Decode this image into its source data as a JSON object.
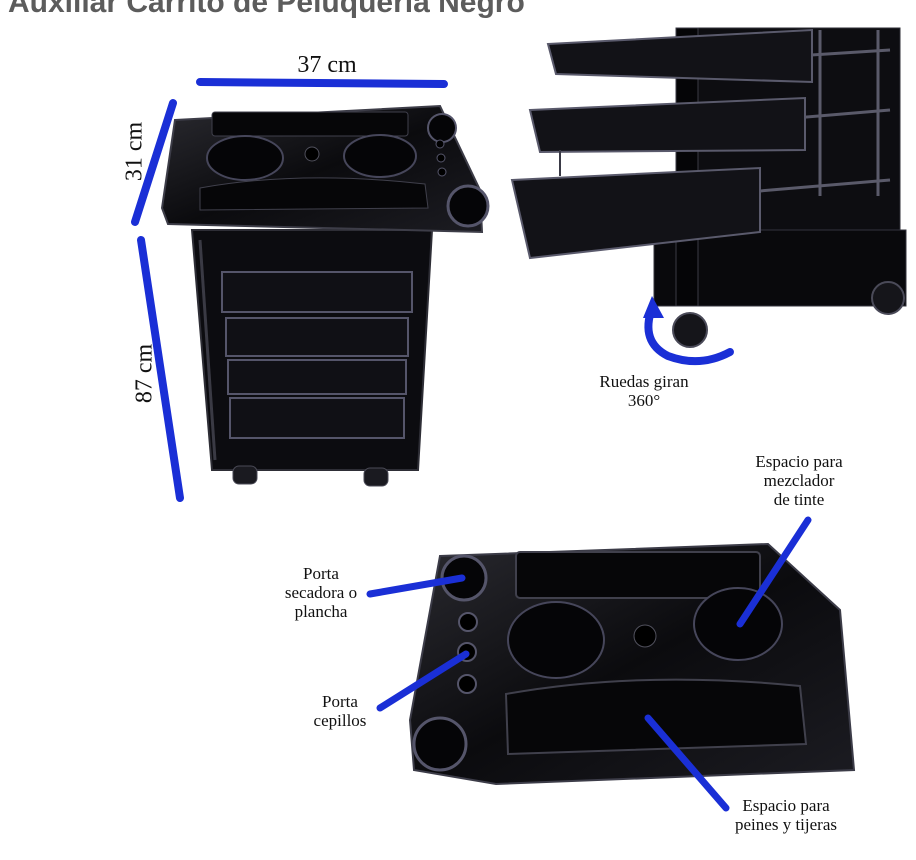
{
  "title": "Auxiliar Carrito de Peluquería Negro",
  "dimensions": {
    "width": "37 cm",
    "depth": "31 cm",
    "height": "87 cm"
  },
  "callouts": {
    "wheels": {
      "line1": "Ruedas giran",
      "line2": "360°"
    },
    "dye_mixer": {
      "line1": "Espacio para",
      "line2": "mezclador",
      "line3": "de tinte"
    },
    "dryer_holder": {
      "line1": "Porta",
      "line2": "secadora o",
      "line3": "plancha"
    },
    "brush_holder": {
      "line1": "Porta",
      "line2": "cepillos"
    },
    "combs_space": {
      "line1": "Espacio para",
      "line2": "peines y tijeras"
    }
  },
  "colors": {
    "accent": "#1a2fd6",
    "product": "#0a0a0d"
  }
}
